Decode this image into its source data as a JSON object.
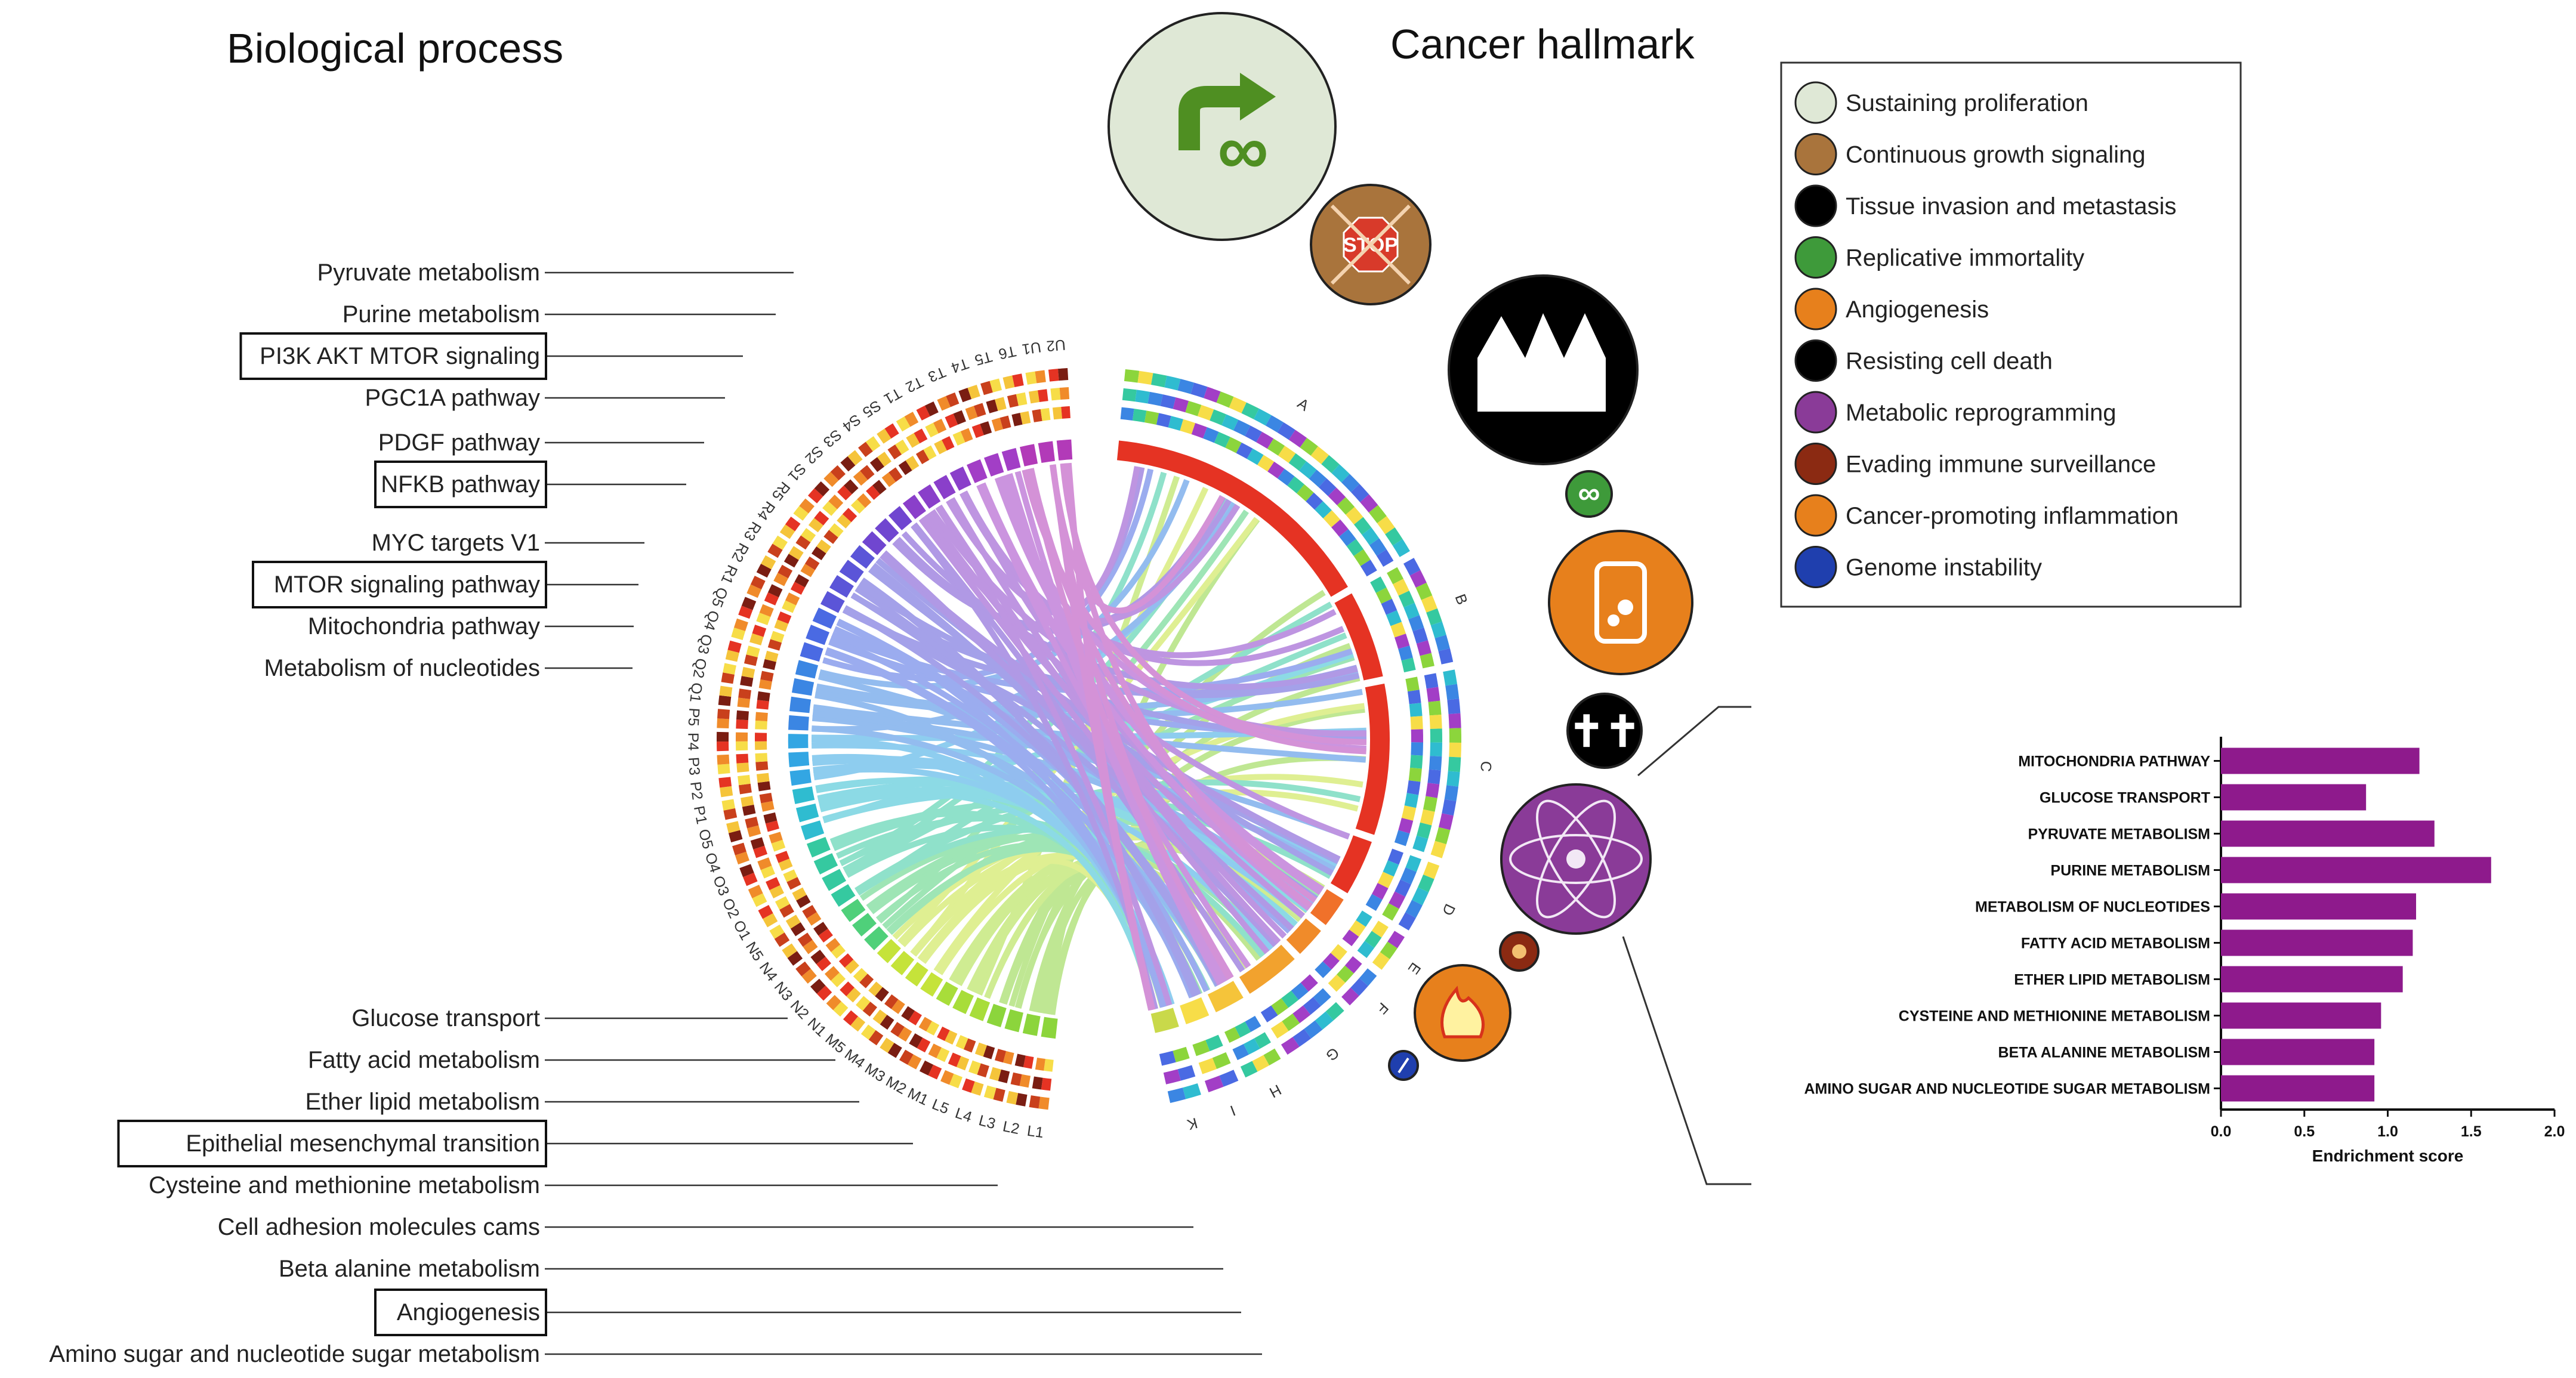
{
  "titles": {
    "left": "Biological process",
    "right": "Cancer hallmark"
  },
  "biological_processes": [
    {
      "label": "Pyruvate metabolism",
      "boxed": false
    },
    {
      "label": "Purine metabolism",
      "boxed": false
    },
    {
      "label": "PI3K AKT MTOR signaling",
      "boxed": true
    },
    {
      "label": "PGC1A pathway",
      "boxed": false
    },
    {
      "label": "PDGF pathway",
      "boxed": false
    },
    {
      "label": "NFKB pathway",
      "boxed": true
    },
    {
      "label": "MYC targets V1",
      "boxed": false
    },
    {
      "label": "MTOR signaling pathway",
      "boxed": true
    },
    {
      "label": "Mitochondria pathway",
      "boxed": false
    },
    {
      "label": "Metabolism of nucleotides",
      "boxed": false
    },
    {
      "label": "Glucose transport",
      "boxed": false
    },
    {
      "label": "Fatty acid metabolism",
      "boxed": false
    },
    {
      "label": "Ether lipid metabolism",
      "boxed": false
    },
    {
      "label": "Epithelial mesenchymal transition",
      "boxed": true
    },
    {
      "label": "Cysteine and methionine metabolism",
      "boxed": false
    },
    {
      "label": "Cell adhesion molecules cams",
      "boxed": false
    },
    {
      "label": "Beta alanine metabolism",
      "boxed": false
    },
    {
      "label": "Angiogenesis",
      "boxed": true
    },
    {
      "label": "Amino sugar and nucleotide sugar metabolism",
      "boxed": false
    }
  ],
  "circos_segments": [
    "A",
    "B",
    "C",
    "D",
    "E",
    "F",
    "G",
    "H",
    "I",
    "K",
    "L1",
    "L2",
    "L3",
    "L4",
    "L5",
    "M1",
    "M2",
    "M3",
    "M4",
    "M5",
    "N1",
    "N2",
    "N3",
    "N4",
    "N5",
    "O1",
    "O2",
    "O3",
    "O4",
    "O5",
    "P1",
    "P2",
    "P3",
    "P4",
    "P5",
    "Q1",
    "Q2",
    "Q3",
    "Q4",
    "Q5",
    "R1",
    "R2",
    "R3",
    "R4",
    "R5",
    "S1",
    "S2",
    "S3",
    "S4",
    "S5",
    "T1",
    "T2",
    "T3",
    "T4",
    "T5",
    "T6",
    "U1",
    "U2"
  ],
  "hallmark_icons": [
    {
      "name": "sustaining-proliferation",
      "color": "#dfe8d6",
      "glyph": "↱∞"
    },
    {
      "name": "continuous-growth-signaling",
      "color": "#a9743c",
      "glyph": "STOP"
    },
    {
      "name": "tissue-invasion-metastasis",
      "color": "#000000",
      "glyph": ""
    },
    {
      "name": "replicative-immortality",
      "color": "#3e9a3a",
      "glyph": "∞"
    },
    {
      "name": "angiogenesis",
      "color": "#e7801c",
      "glyph": ""
    },
    {
      "name": "resisting-cell-death",
      "color": "#000000",
      "glyph": "✝✝"
    },
    {
      "name": "metabolic-reprogramming",
      "color": "#8a3b98",
      "glyph": ""
    },
    {
      "name": "evading-immune-surveillance",
      "color": "#8b2a12",
      "glyph": "✹"
    },
    {
      "name": "cancer-promoting-inflammation",
      "color": "#e7801c",
      "glyph": ""
    },
    {
      "name": "genome-instability",
      "color": "#1f3fae",
      "glyph": ""
    }
  ],
  "legend": [
    {
      "label": "Sustaining proliferation",
      "color": "#dfe8d6",
      "icon": "proliferation-icon"
    },
    {
      "label": "Continuous growth signaling",
      "color": "#a9743c",
      "icon": "stop-sign-icon"
    },
    {
      "label": "Tissue invasion and metastasis",
      "color": "#000000",
      "icon": "invasion-icon"
    },
    {
      "label": "Replicative immortality",
      "color": "#3e9a3a",
      "icon": "infinity-icon"
    },
    {
      "label": "Angiogenesis",
      "color": "#e7801c",
      "icon": "vessel-icon"
    },
    {
      "label": "Resisting cell death",
      "color": "#000000",
      "icon": "cross-icon"
    },
    {
      "label": "Metabolic reprogramming",
      "color": "#8a3b98",
      "icon": "atom-icon"
    },
    {
      "label": "Evading immune surveillance",
      "color": "#8b2a12",
      "icon": "immune-cell-icon"
    },
    {
      "label": "Cancer-promoting inflammation",
      "color": "#e7801c",
      "icon": "flame-icon"
    },
    {
      "label": "Genome instability",
      "color": "#1f3fae",
      "icon": "dna-icon"
    }
  ],
  "chart_data": {
    "type": "bar",
    "orientation": "horizontal",
    "categories": [
      "MITOCHONDRIA PATHWAY",
      "GLUCOSE TRANSPORT",
      "PYRUVATE METABOLISM",
      "PURINE METABOLISM",
      "METABOLISM OF NUCLEOTIDES",
      "FATTY ACID METABOLISM",
      "ETHER LIPID METABOLISM",
      "CYSTEINE AND METHIONINE METABOLISM",
      "BETA ALANINE METABOLISM",
      "AMINO SUGAR AND NUCLEOTIDE SUGAR METABOLISM"
    ],
    "values": [
      1.19,
      0.87,
      1.28,
      1.62,
      1.17,
      1.15,
      1.09,
      0.96,
      0.92,
      0.92
    ],
    "xlabel": "Endrichment score",
    "xlim": [
      0.0,
      2.0
    ],
    "xticks": [
      "0.0",
      "0.5",
      "1.0",
      "1.5",
      "2.0"
    ],
    "bar_color": "#8e1a8c",
    "grid": false
  }
}
